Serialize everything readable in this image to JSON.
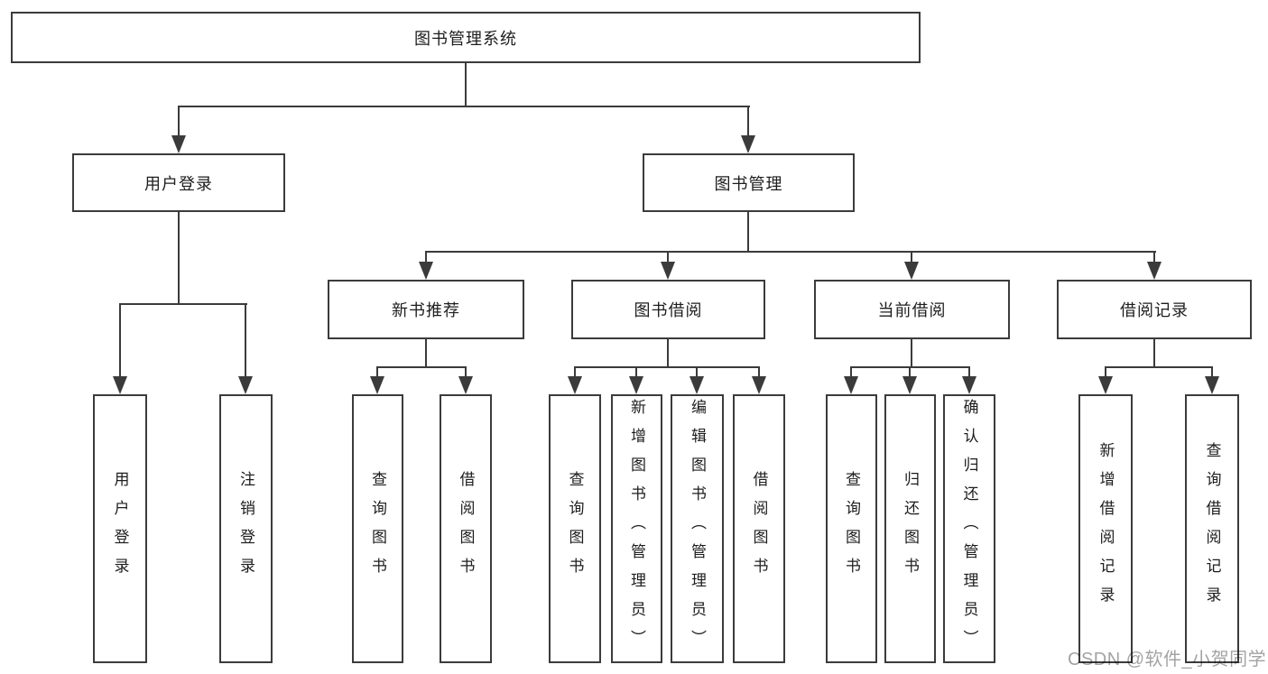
{
  "diagram": {
    "root": {
      "label": "图书管理系统"
    },
    "level2": [
      {
        "label": "用户登录"
      },
      {
        "label": "图书管理"
      }
    ],
    "level3": [
      {
        "label": "新书推荐"
      },
      {
        "label": "图书借阅"
      },
      {
        "label": "当前借阅"
      },
      {
        "label": "借阅记录"
      }
    ],
    "leaves": [
      {
        "label": "用户登录"
      },
      {
        "label": "注销登录"
      },
      {
        "label": "查询图书"
      },
      {
        "label": "借阅图书"
      },
      {
        "label": "查询图书"
      },
      {
        "label": "新增图书（管理员）"
      },
      {
        "label": "编辑图书（管理员）"
      },
      {
        "label": "借阅图书"
      },
      {
        "label": "查询图书"
      },
      {
        "label": "归还图书"
      },
      {
        "label": "确认归还（管理员）"
      },
      {
        "label": "新增借阅记录"
      },
      {
        "label": "查询借阅记录"
      }
    ]
  },
  "watermark": {
    "text": "CSDN @软件_小贺同学"
  },
  "colors": {
    "line": "#3b3b3b",
    "text": "#1d1d1d",
    "watermark": "#a3a3a3",
    "background": "#ffffff"
  }
}
